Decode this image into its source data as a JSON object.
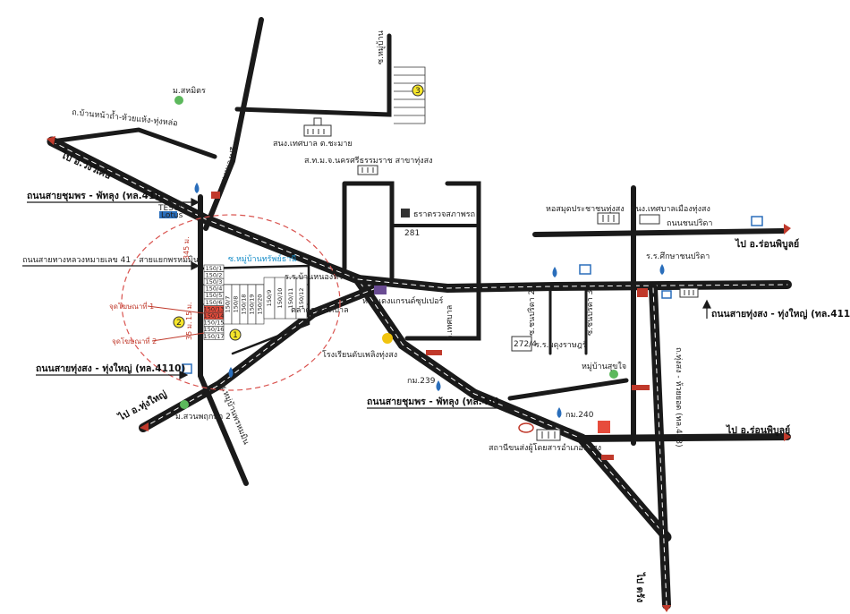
{
  "labels": {
    "ban_rua": "ไป อ.วังวิเศษ",
    "road_ch_ph_top": "ถนนสายชุมพร - พัทลุง (ทล.41)",
    "road_local": "ถนนสายทางหลวงหมายเลข 41 - สายแยกพรหมมิน",
    "road_ts_ty_left": "ถนนสายทุ่งสง - ทุ่งใหญ่ (ทล.4110)",
    "to_thungyai": "ไป อ.ทุ่งใหญ่",
    "road_ch_ph_bottom": "ถนนสายชุมพร - พัทลุง (ทล.41)",
    "to_ronphibun_top": "ไป อ.ร่อนพิบูลย์",
    "road_ts_ty_right": "ถนนสายทุ่งสง - ทุ่งใหญ่ (ทล.4110)",
    "to_ronphibun_bottom": "ไป อ.ร่อนพิบูลย์",
    "to_trang": "ไป ตรัง",
    "road_403": "ถ.ทุ่งสง - ห้วยยอด (ทล.403)",
    "school_top_left": "ม.สหมิตร",
    "village_left": "ถ.บ้านหน้าถ้ำ-ห้วยแห้ง-ทุ่งหล่อ",
    "nong_pu_road": "ซ.หนองปรือ",
    "tesaban": "สนง.เทศบาล ต.ชะมาย",
    "wat_office": "ส.ท.ม.จ.นครศรีธรรมราช สาขาทุ่งสง",
    "police": "ธราตรวจสภาพรถ",
    "num_281": "281",
    "library": "หอสมุดประชาชนทุ่งสง",
    "tesaban_town": "สนง.เทศบาลเมืองทุ่งสง",
    "chanapricha": "ถนนชนปริดา",
    "school_sk": "ร.ร.ศึกษาชนปริดา",
    "project_name": "ซ.หมู่บ้านทรัพย์ธานี",
    "school_mid": "ร.ร.บ้านหนองหว้า",
    "market": "ตลาดสดเทศบาล",
    "shop": "ห้างแดงแกรนด์ซุปเปอร์",
    "road_mid": "ถ.เทศบาล",
    "soi_2": "ซ.ชนปริดา 2",
    "soi_3": "ซ.ชนปริดา 3",
    "num_272": "272/4",
    "school_sr": "ร.ร.ผดุงราษฎร์",
    "village_right": "หมู่บ้านสุขใจ",
    "hotel": "โรงเรียนดับเพลิงทุ่งสง",
    "km239": "กม.239",
    "km240": "กม.240",
    "village_bottom": "สถานีขนส่งผู้โดยสารอำเภอทุ่งสง",
    "suan_pa": "ม.สวนพฤกษา 2",
    "soi_bottom": "ซ.หมู่บ้านพรหมมิน",
    "soi_top": "ซ.หมู่บ้าน",
    "point_1": "จุดโฆษณาที่ 1",
    "point_2": "จุดโฆษณาที่ 2",
    "dist_345": "345 ม.",
    "dist_35": "35 ม.",
    "dist_15": "15 ม.",
    "lotus": "Lotus",
    "tesco": "TESCO",
    "n1": "1",
    "n2": "2",
    "n3": "3"
  },
  "plots_left": [
    "150/1",
    "150/2",
    "150/3",
    "150/4",
    "150/5",
    "150/6",
    "150/13",
    "150/14",
    "150/15",
    "150/16",
    "150/17"
  ],
  "plots_mid": [
    "150/7",
    "150/8",
    "150/18",
    "150/19",
    "150/20"
  ],
  "plots_right": [
    "150/9",
    "150/10",
    "150/11",
    "150/12"
  ],
  "colors": {
    "road": "#1a1a1a",
    "circle": "#d9534f",
    "marker": "#f5e52a",
    "arrow": "#c0392b",
    "plot_red": "#e74c3c"
  }
}
